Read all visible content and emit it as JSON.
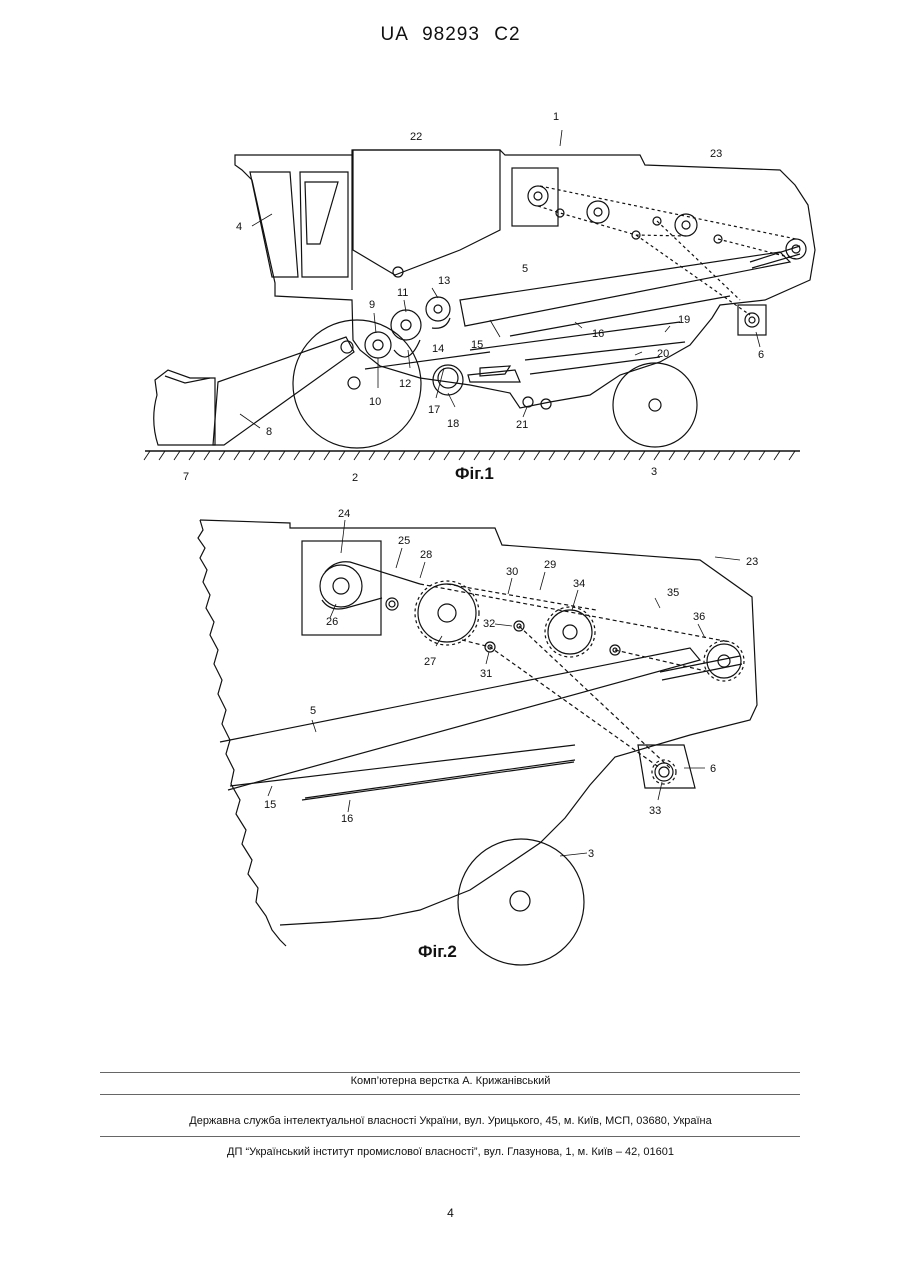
{
  "header": {
    "doc_number": "UA   98293   C2"
  },
  "fig1": {
    "caption": "Фіг.1",
    "labels": {
      "l1": "1",
      "l2": "2",
      "l3": "3",
      "l4": "4",
      "l5": "5",
      "l6": "6",
      "l7": "7",
      "l8": "8",
      "l9": "9",
      "l10": "10",
      "l11": "11",
      "l12": "12",
      "l13": "13",
      "l14": "14",
      "l15": "15",
      "l16": "16",
      "l17": "17",
      "l18": "18",
      "l19": "19",
      "l20": "20",
      "l21": "21",
      "l22": "22",
      "l23": "23"
    }
  },
  "fig2": {
    "caption": "Фіг.2",
    "labels": {
      "l3": "3",
      "l5": "5",
      "l6": "6",
      "l15": "15",
      "l16": "16",
      "l23": "23",
      "l24": "24",
      "l25": "25",
      "l26": "26",
      "l27": "27",
      "l28": "28",
      "l29": "29",
      "l30": "30",
      "l31": "31",
      "l32": "32",
      "l33": "33",
      "l34": "34",
      "l35": "35",
      "l36": "36"
    }
  },
  "footer": {
    "typesetting": "Комп’ютерна верстка А. Крижанівський",
    "agency": "Державна служба інтелектуальної власності України, вул. Урицького, 45, м. Київ, МСП, 03680, Україна",
    "institute": "ДП “Український інститут промислової власності”, вул. Глазунова, 1, м. Київ – 42, 01601",
    "page_number": "4"
  }
}
